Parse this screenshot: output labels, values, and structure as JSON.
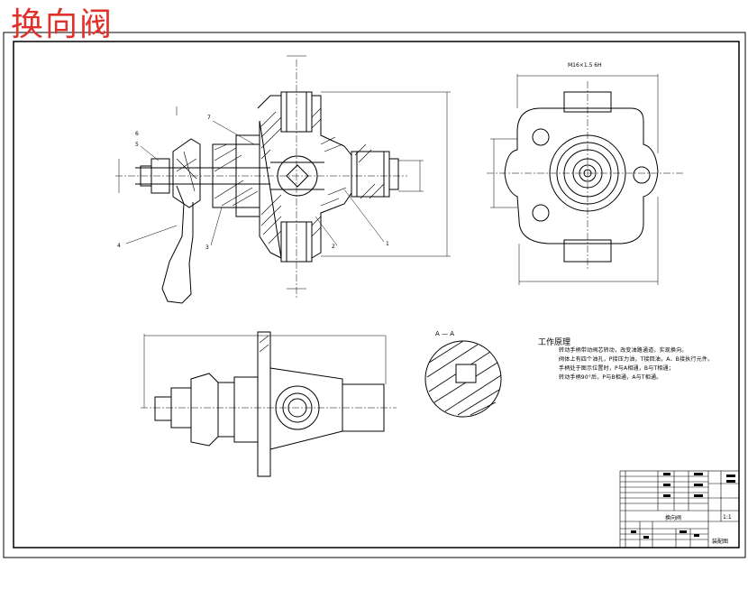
{
  "title": "换向阀",
  "technical_notes": {
    "heading": "工作原理",
    "lines": [
      "转动手柄带动阀芯转动，改变油路通道，实现换向。",
      "阀体上有四个油孔，P接压力油，T接回油，A、B接执行元件。",
      "手柄处于图示位置时，P与A相通，B与T相通；",
      "转动手柄90°后，P与B相通，A与T相通。"
    ]
  },
  "section_label": "A — A",
  "dimension_note": "M16×1.5 6H",
  "part_labels": [
    "1",
    "2",
    "3",
    "4",
    "5",
    "6",
    "7"
  ],
  "title_block": {
    "drawing_name": "换向阀",
    "scale": "1:1",
    "sheet_label": "装配图"
  }
}
